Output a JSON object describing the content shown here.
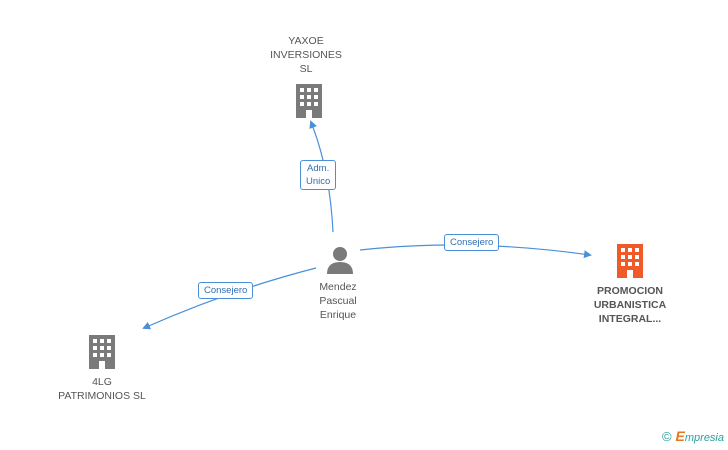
{
  "colors": {
    "edge": "#4a90d9",
    "company_icon": "#7a7a7a",
    "focus_company_icon": "#f05a28",
    "person_icon": "#7a7a7a"
  },
  "nodes": {
    "yaxoe": {
      "label": "YAXOE\nINVERSIONES\nSL",
      "icon": "building-icon"
    },
    "person": {
      "label": "Mendez\nPascual\nEnrique",
      "icon": "person-icon"
    },
    "promocion": {
      "label": "PROMOCION\nURBANISTICA\nINTEGRAL...",
      "icon": "building-icon"
    },
    "patrimonios": {
      "label": "4LG\nPATRIMONIOS SL",
      "icon": "building-icon"
    }
  },
  "edges": {
    "adm_unico": "Adm.\nUnico",
    "consejero_right": "Consejero",
    "consejero_left": "Consejero"
  },
  "brand": {
    "copyright": "©",
    "name_initial": "E",
    "name_rest": "mpresia"
  }
}
